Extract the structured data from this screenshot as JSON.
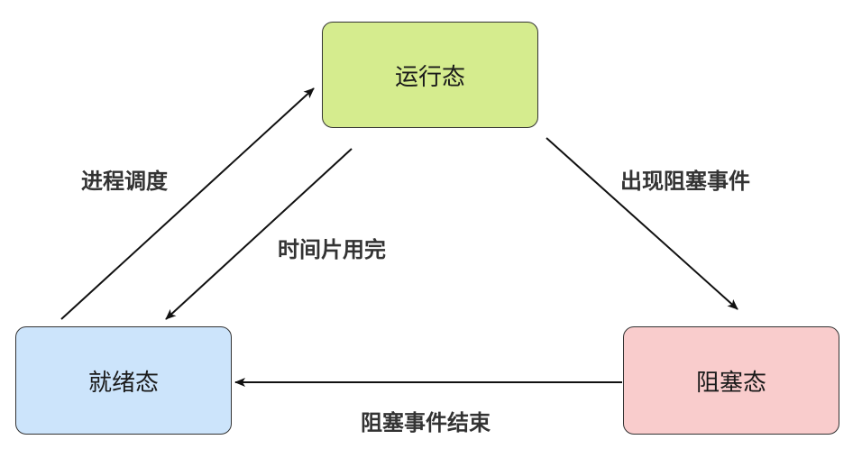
{
  "nodes": {
    "running": {
      "label": "运行态",
      "fill": "#d5ec8e"
    },
    "ready": {
      "label": "就绪态",
      "fill": "#cce4fb"
    },
    "blocked": {
      "label": "阻塞态",
      "fill": "#f9cccc"
    }
  },
  "edges": {
    "ready_to_running": {
      "label": "进程调度"
    },
    "running_to_ready": {
      "label": "时间片用完"
    },
    "running_to_blocked": {
      "label": "出现阻塞事件"
    },
    "blocked_to_ready": {
      "label": "阻塞事件结束"
    }
  },
  "colors": {
    "stroke": "#111111",
    "label_text": "#333333"
  }
}
